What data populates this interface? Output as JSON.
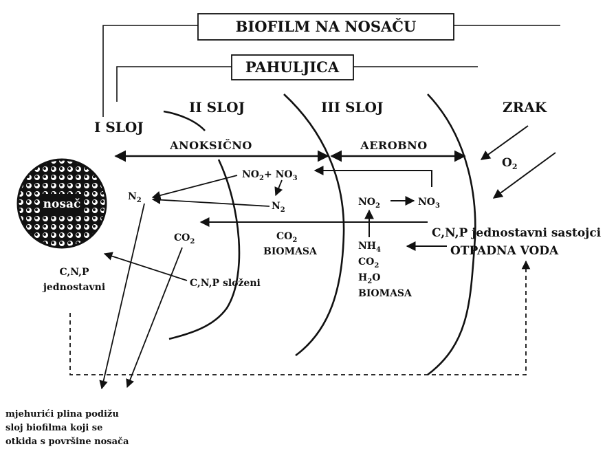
{
  "titles": {
    "biofilm": "BIOFILM NA NOSAČU",
    "floc": "PAHULJICA"
  },
  "layers": {
    "layer1": "I SLOJ",
    "layer2": "II SLOJ",
    "layer3": "III SLOJ",
    "air": "ZRAK"
  },
  "zones": {
    "anoxic": "ANOKSIČNO",
    "aerobic": "AEROBNO"
  },
  "carrier": {
    "label": "nosač"
  },
  "chemistry": {
    "no2_no3": "NO",
    "no2_no3_b": "+ NO",
    "n2_left": "N",
    "n2_mid": "N",
    "nitrite": "NO",
    "nitrate": "NO",
    "o2": "O",
    "co2_left": "CO",
    "co2_mid": "CO",
    "biomass_mid": "BIOMASA",
    "nh4": "NH",
    "co2_right": "CO",
    "h2o": "H",
    "h2o_b": "O",
    "biomass_right": "BIOMASA",
    "sub2": "2",
    "sub3": "3",
    "sub4": "4"
  },
  "wastewater": {
    "line1": "C,N,P jednostavni sastojci",
    "line2": "OTPADNA VODA"
  },
  "complex": "C,N,P složeni",
  "simple": {
    "line1": "C,N,P",
    "line2": "jednostavni"
  },
  "bubbles_note": {
    "line1": "mjehurići plina podižu",
    "line2": "sloj biofilma koji se",
    "line3": "otkida s površine nosača"
  }
}
